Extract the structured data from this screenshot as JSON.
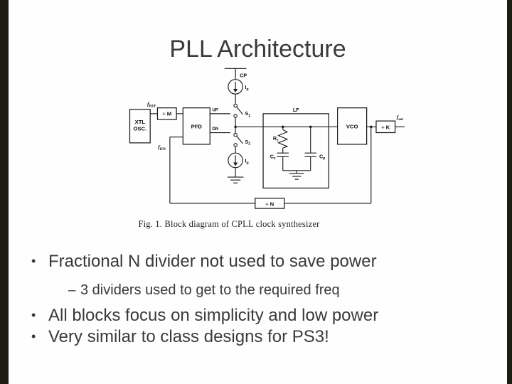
{
  "slide": {
    "title": "PLL Architecture",
    "caption": "Fig. 1.  Block diagram of CPLL clock synthesizer",
    "bullets": [
      {
        "marker": "•",
        "text": "Fractional N divider not used to save power"
      },
      {
        "marker": "–",
        "text": "3 dividers used to get to the required freq"
      },
      {
        "marker": "•",
        "text": "All blocks focus on simplicity and low power"
      },
      {
        "marker": "•",
        "text": "Very similar to class designs for PS3!"
      }
    ]
  },
  "diagram": {
    "supply_label": "CP",
    "lf_label": "LF",
    "up_label": "UP",
    "dn_label": "DN",
    "blocks": {
      "xtl_line1": "XTL",
      "xtl_line2": "OSC.",
      "div_m": "÷ M",
      "pfd": "PFD",
      "vco": "VCO",
      "div_k": "÷ K",
      "div_n": "÷ N"
    },
    "parts": {
      "ip": {
        "main": "I",
        "sub": "p"
      },
      "s1": {
        "main": "S",
        "sub": "1"
      },
      "s2": {
        "main": "S",
        "sub": "2"
      },
      "rz": {
        "main": "R",
        "sub": "z"
      },
      "cz": {
        "main": "C",
        "sub": "z"
      },
      "cp": {
        "main": "C",
        "sub": "p"
      }
    },
    "signals": {
      "fref": {
        "main": "f",
        "sub": "REF"
      },
      "fdiv": {
        "main": "f",
        "sub": "DIV"
      },
      "fout": {
        "main": "f",
        "sub": "out"
      }
    }
  }
}
